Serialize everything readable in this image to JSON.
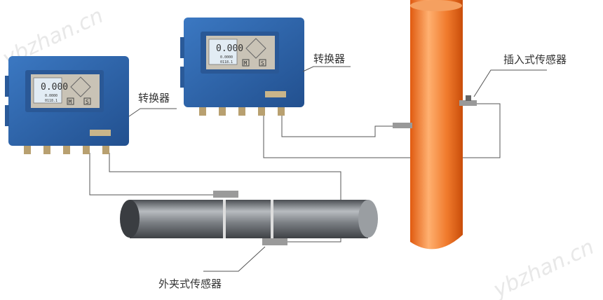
{
  "labels": {
    "converter_left": "转换器",
    "converter_right": "转换器",
    "insertion_sensor": "插入式传感器",
    "clamp_on_sensor": "外夹式传感器"
  },
  "watermark": "ybzhan.cn",
  "converter_display": {
    "flow_value": "0.000",
    "secondary_value": "0.0000",
    "total_value": "0118.1",
    "button_m": "M",
    "button_s": "S"
  },
  "colors": {
    "converter_body": "#2f63a8",
    "vertical_pipe": "#f07a2c",
    "horizontal_pipe": "#6f7378",
    "cable": "#555555"
  }
}
